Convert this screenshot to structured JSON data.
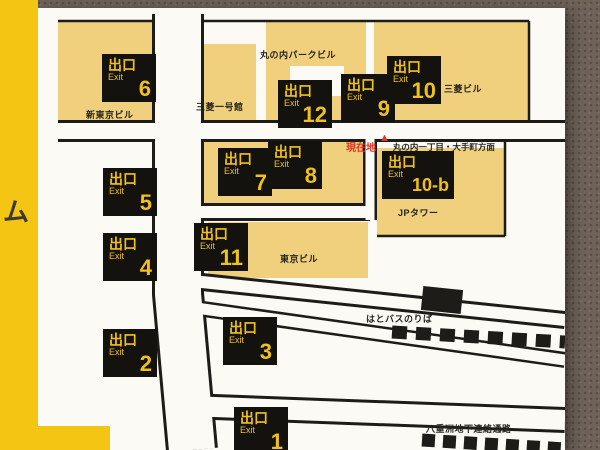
{
  "sign": {
    "jp": "出口",
    "en": "Exit"
  },
  "exits": [
    {
      "num": "6"
    },
    {
      "num": "12"
    },
    {
      "num": "9"
    },
    {
      "num": "10"
    },
    {
      "num": "7"
    },
    {
      "num": "8"
    },
    {
      "num": "5"
    },
    {
      "num": "10-b"
    },
    {
      "num": "11"
    },
    {
      "num": "4"
    },
    {
      "num": "3"
    },
    {
      "num": "2"
    },
    {
      "num": "1"
    }
  ],
  "labels": [
    {
      "name": "丸の内パークビル"
    },
    {
      "name": "三菱ビル"
    },
    {
      "name": "新東京ビル"
    },
    {
      "name": "三菱一号館"
    },
    {
      "name": "JPタワー"
    },
    {
      "name": "東京ビル"
    },
    {
      "name": "はとバスのりば"
    },
    {
      "name": "八重洲地下連絡通路"
    }
  ],
  "current_location": {
    "label": "現在地",
    "marker": "▲",
    "direction": "丸の内一丁目・大手町方面"
  },
  "side_text": "ム",
  "colors": {
    "wall": "#6e6259",
    "strip": "#f4c513",
    "panel": "#fbfaf5",
    "block": "#f0d07c",
    "line": "#1d1c18",
    "sign-bg": "#13120e",
    "sign-fg": "#f0c11c",
    "red": "#dd3526",
    "label": "#26241f"
  }
}
